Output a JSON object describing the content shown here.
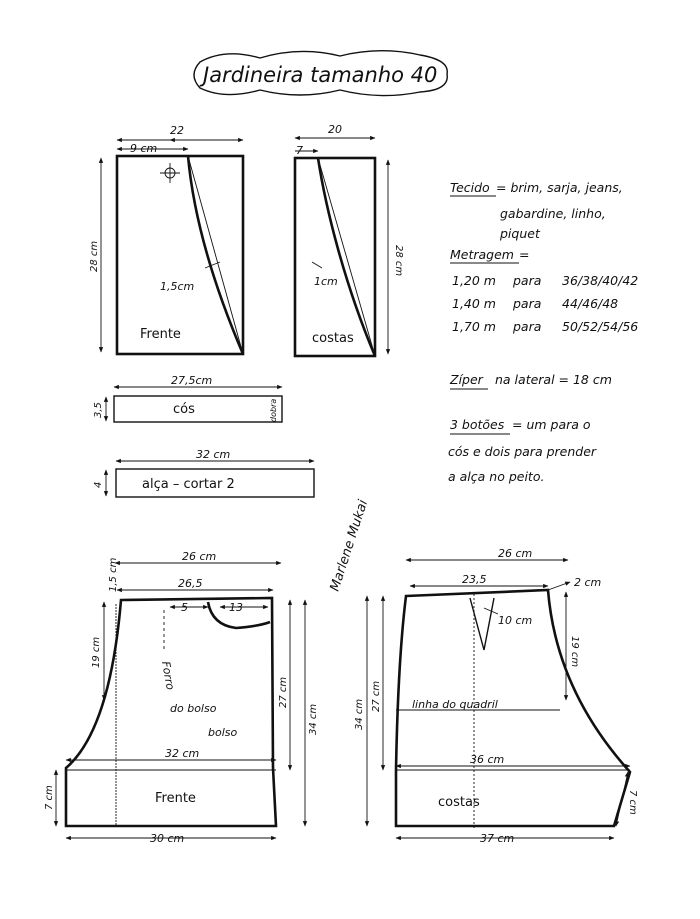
{
  "title": "Jardineira tamanho 40",
  "pieces": {
    "frente_bib": {
      "width": "22",
      "sub": "9 cm",
      "height": "28 cm",
      "curve": "1,5cm",
      "label": "Frente"
    },
    "costas_bib": {
      "width": "20",
      "sub": "7",
      "height": "28 cm",
      "curve": "1cm",
      "label": "costas"
    },
    "cos": {
      "length": "27,5cm",
      "side": "3,5",
      "label": "cós",
      "end": "dobra"
    },
    "alca": {
      "length": "32 cm",
      "side": "4",
      "label": "alça – cortar 2"
    },
    "frente_short": {
      "top_width": "26 cm",
      "inner_width": "26,5",
      "dart_a": "5",
      "dart_b": "13",
      "corner": "1,5 cm",
      "left_height": "19 cm",
      "right_height_1": "27 cm",
      "right_height_2": "34 cm",
      "pocket": "Forro",
      "pocket_b": "do bolso",
      "pocket_c": "bolso",
      "mid_width": "32 cm",
      "hem_height": "7 cm",
      "bottom_width": "30 cm",
      "label": "Frente"
    },
    "costas_short": {
      "top_width": "26 cm",
      "inner_width": "23,5",
      "corner": "2 cm",
      "dart": "10 cm",
      "right_height": "19 cm",
      "left_height_1": "27 cm",
      "left_height_2": "34 cm",
      "hip_line": "linha do quadril",
      "mid_width": "36 cm",
      "hem_height": "7 cm",
      "bottom_width": "37 cm",
      "label": "costas"
    }
  },
  "notes": {
    "tecido_label": "Tecido",
    "tecido_lines": [
      "= brim, sarja, jeans,",
      "gabardine, linho,",
      "piquet"
    ],
    "metragem_label": "Metragem",
    "metragem_suffix": "=",
    "metragem_rows": [
      {
        "amount": "1,20 m",
        "para": "para",
        "sizes": "36/38/40/42"
      },
      {
        "amount": "1,40 m",
        "para": "para",
        "sizes": "44/46/48"
      },
      {
        "amount": "1,70 m",
        "para": "para",
        "sizes": "50/52/54/56"
      }
    ],
    "ziper_label": "Zíper",
    "ziper_text": "na lateral = 18 cm",
    "botoes_label": "3 botões",
    "botoes_lines": [
      "= um para o",
      "cós e dois para prender",
      "a alça no peito."
    ]
  },
  "signature": "Marlene Mukai"
}
